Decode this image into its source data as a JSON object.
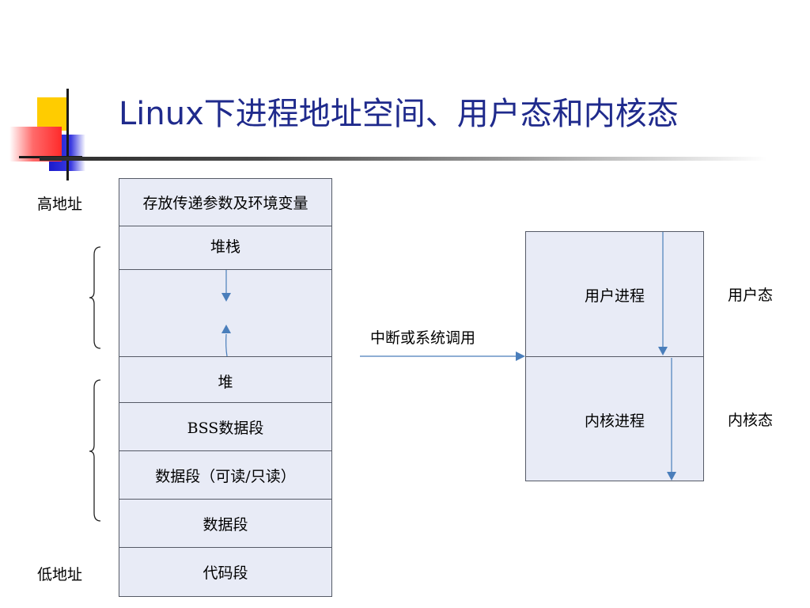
{
  "title": "Linux下进程地址空间、用户态和内核态",
  "address_labels": {
    "high": "高地址",
    "low": "低地址"
  },
  "memory_segments": {
    "env": "存放传递参数及环境变量",
    "stack": "堆栈",
    "heap": "堆",
    "bss": "BSS数据段",
    "data_rw": "数据段（可读/只读）",
    "data": "数据段",
    "code": "代码段"
  },
  "transition_label": "中断或系统调用",
  "process_boxes": {
    "user_process": "用户进程",
    "kernel_process": "内核进程"
  },
  "mode_labels": {
    "user_mode": "用户态",
    "kernel_mode": "内核态"
  },
  "colors": {
    "title": "#1f2a8c",
    "box_fill": "#e8ebf6",
    "arrow": "#4a7ebb"
  }
}
